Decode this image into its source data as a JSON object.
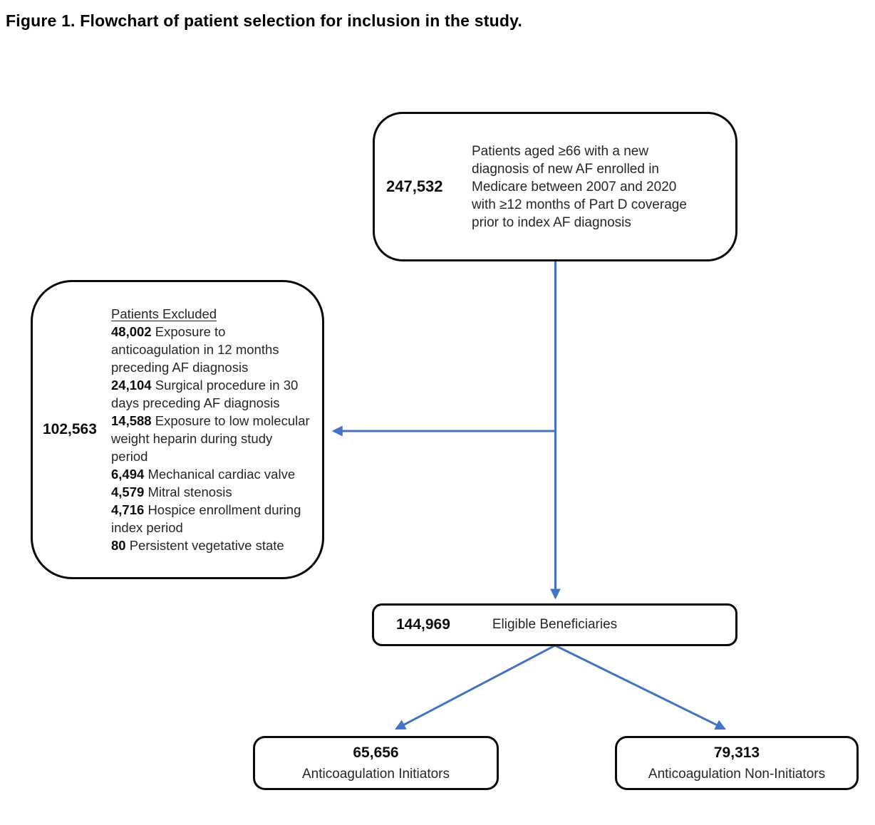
{
  "figure": {
    "title": "Figure 1. Flowchart of patient selection for inclusion in the study."
  },
  "colors": {
    "arrow": "#4472C4",
    "box_border": "#0a0a0a",
    "text": "#262626"
  },
  "boxes": {
    "initial": {
      "count": "247,532",
      "text": "Patients aged ≥66 with a new diagnosis of new AF enrolled in Medicare between 2007 and 2020 with ≥12 months of Part D coverage prior to index AF diagnosis"
    },
    "excluded": {
      "count": "102,563",
      "heading": "Patients Excluded",
      "items": [
        {
          "count": "48,002",
          "label": "Exposure to anticoagulation in 12 months preceding AF diagnosis"
        },
        {
          "count": "24,104",
          "label": "Surgical procedure in 30 days preceding AF diagnosis"
        },
        {
          "count": "14,588",
          "label": "Exposure to low molecular weight heparin during study period"
        },
        {
          "count": "6,494",
          "label": "Mechanical cardiac valve"
        },
        {
          "count": "4,579",
          "label": "Mitral stenosis"
        },
        {
          "count": "4,716",
          "label": "Hospice enrollment during index period"
        },
        {
          "count": "80",
          "label": "Persistent vegetative state"
        }
      ]
    },
    "eligible": {
      "count": "144,969",
      "label": "Eligible Beneficiaries"
    },
    "initiators": {
      "count": "65,656",
      "label": "Anticoagulation Initiators"
    },
    "non_initiators": {
      "count": "79,313",
      "label": "Anticoagulation Non-Initiators"
    }
  }
}
